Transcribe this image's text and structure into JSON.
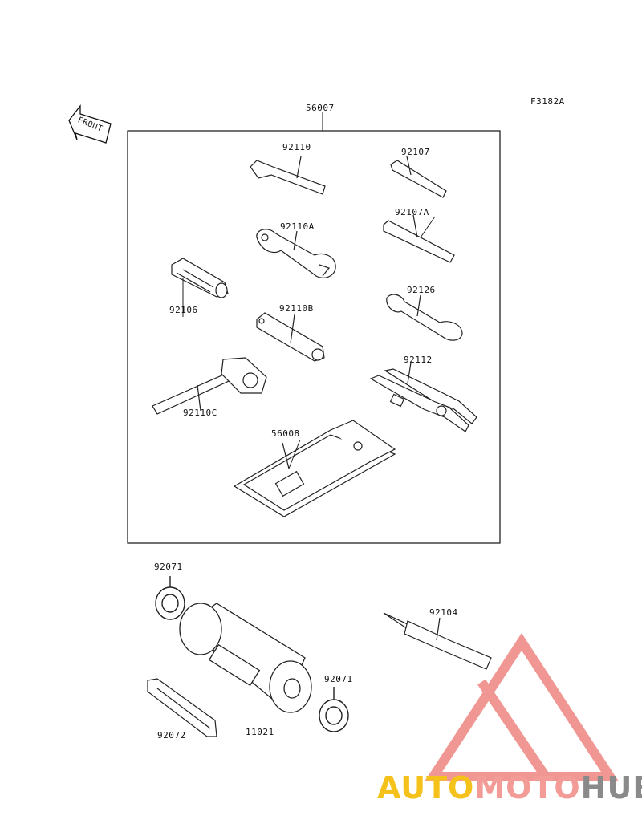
{
  "figure_code": "F3182A",
  "front_label": "FRONT",
  "parts": {
    "kit": "56007",
    "hex_wrench": "92110",
    "screwdriver_blade": "92107",
    "screwdriver_double": "92107A",
    "open_wrench_a": "92110A",
    "handle": "92106",
    "box_wrench_b": "92110B",
    "open_wrench_small": "92126",
    "pliers": "92112",
    "spark_plug_wrench": "92110C",
    "tool_bag": "56008",
    "oil_filter_seal_top": "92071",
    "oil_filter_seal_bottom": "92071",
    "screwdriver_adjust": "92104",
    "strap": "92072",
    "oil_filter_wrench": "11021"
  },
  "watermark": {
    "part1": "AUTO",
    "part2": "MOTO",
    "part3": "HUB",
    "colors": {
      "part1": "#f5c21b",
      "part2": "#f29b97",
      "part3": "#8a8a8a",
      "triangle": "#f08c88"
    }
  }
}
